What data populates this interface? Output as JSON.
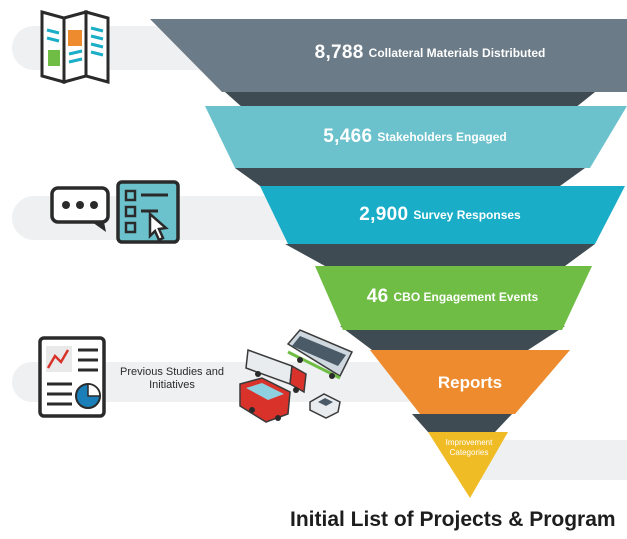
{
  "funnel": {
    "stages": [
      {
        "number": "8,788",
        "label": "Collateral Materials Distributed",
        "color": "#6b7b87"
      },
      {
        "number": "5,466",
        "label": "Stakeholders Engaged",
        "color": "#6cc2cc"
      },
      {
        "number": "2,900",
        "label": "Survey Responses",
        "color": "#1aadc8"
      },
      {
        "number": "46",
        "label": "CBO Engagement Events",
        "color": "#6fbd44"
      },
      {
        "number": "",
        "label": "Reports",
        "color": "#ee8b2e"
      },
      {
        "number": "",
        "label": "Improvement Categories",
        "color": "#f0bc26"
      }
    ],
    "connector_color": "#3f4b52"
  },
  "side": {
    "previous_studies": "Previous Studies and Initiatives"
  },
  "icons": {
    "brochure": "brochure-icon",
    "chat": "chat-bubble-icon",
    "survey": "survey-checklist-icon",
    "report": "report-chart-icon",
    "vehicles": "transit-vehicles-icon"
  },
  "bottom": {
    "title": "Initial List of Projects & Program"
  }
}
